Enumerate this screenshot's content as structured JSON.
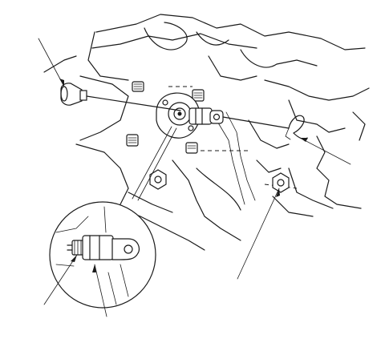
{
  "figure": {
    "style": "monochrome line-art service diagram",
    "line_color": "#1a1a1a",
    "background_color": "#ffffff",
    "parts": [
      {
        "name": "bolt-cap",
        "icon": "bolt-cap-icon"
      },
      {
        "name": "mounting-flange",
        "icon": "flange-icon"
      },
      {
        "name": "clip",
        "icon": "clip-icon"
      },
      {
        "name": "nut",
        "icon": "nut-icon"
      },
      {
        "name": "sensor-connector",
        "icon": "connector-icon"
      }
    ],
    "leaders": 6,
    "detail_view": "circular-inset"
  }
}
